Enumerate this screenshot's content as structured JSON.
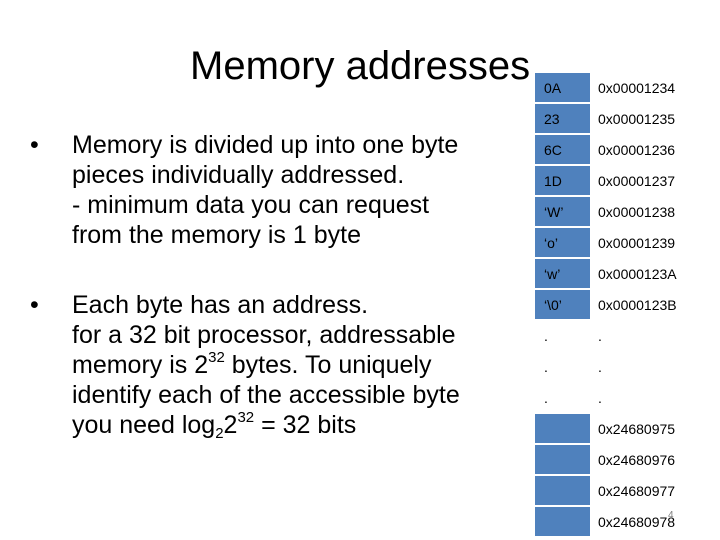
{
  "slide": {
    "title": "Memory addresses",
    "page_number": "4"
  },
  "bullets": [
    {
      "lines": [
        "Memory is divided up into one byte",
        "pieces individually addressed.",
        "- minimum data you can request",
        "from the memory is 1 byte"
      ]
    },
    {
      "line1": "Each byte has an address.",
      "line2": "for a 32 bit processor, addressable",
      "line3_a": "memory is 2",
      "line3_sup": "32",
      "line3_b": " bytes. To uniquely",
      "line4": "identify each of the accessible byte",
      "line5_a": "you need log",
      "line5_sub": "2",
      "line5_b": "2",
      "line5_sup": "32",
      "line5_c": " = 32 bits"
    }
  ],
  "memory_table": {
    "rows": [
      {
        "value": "0A",
        "address": "0x00001234"
      },
      {
        "value": "23",
        "address": "0x00001235"
      },
      {
        "value": "6C",
        "address": "0x00001236"
      },
      {
        "value": "1D",
        "address": "0x00001237"
      },
      {
        "value": "‘W’",
        "address": "0x00001238"
      },
      {
        "value": "‘o’",
        "address": "0x00001239"
      },
      {
        "value": "‘w’",
        "address": "0x0000123A"
      },
      {
        "value": "‘\\0’",
        "address": "0x0000123B"
      }
    ],
    "ellipsis": [
      ".",
      ".",
      "."
    ],
    "tail_rows": [
      {
        "value": "",
        "address": "0x24680975"
      },
      {
        "value": "",
        "address": "0x24680976"
      },
      {
        "value": "",
        "address": "0x24680977"
      },
      {
        "value": "",
        "address": "0x24680978"
      }
    ],
    "cell_color": "#4f81bd"
  }
}
